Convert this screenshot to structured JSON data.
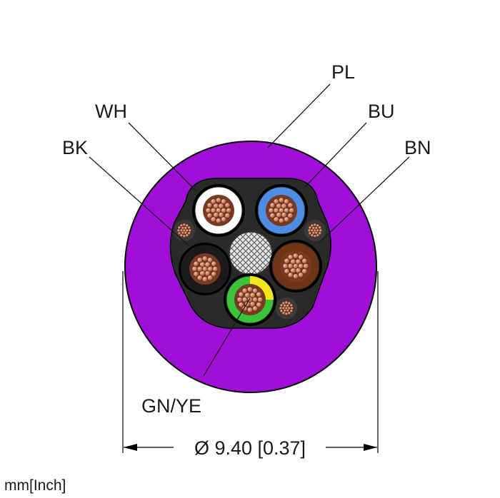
{
  "labels": {
    "purple": "PL",
    "white": "WH",
    "blue": "BU",
    "black": "BK",
    "brown": "BN",
    "green_yellow": "GN/YE"
  },
  "dimension": "Ø 9.40 [0.37]",
  "units": "mm[Inch]",
  "colors": {
    "jacket": "#a10ed8",
    "white": "#ffffff",
    "blue": "#4e8de6",
    "black": "#1a1a1a",
    "brown": "#6e3414",
    "green": "#39c43a",
    "yellow": "#f2e71c",
    "copper": "#c47a5a"
  }
}
